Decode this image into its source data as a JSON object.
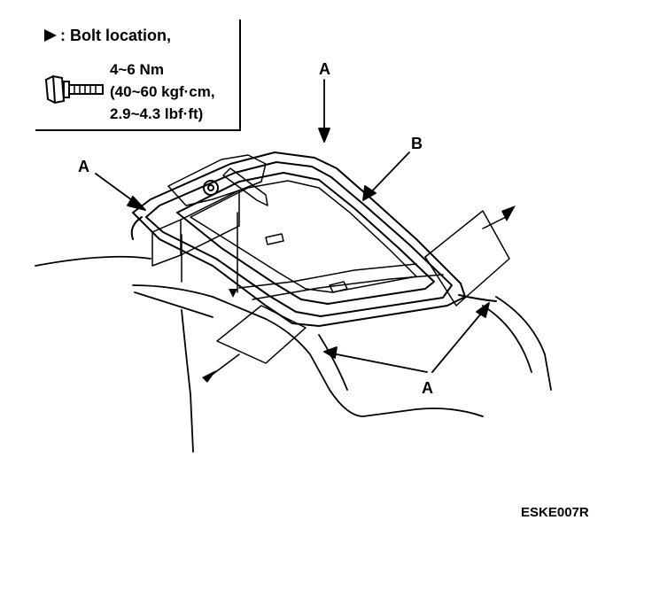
{
  "legend": {
    "title": ": Bolt location,",
    "torque_line1": "4~6 Nm",
    "torque_line2": "(40~60 kgf·cm,",
    "torque_line3": "2.9~4.3 lbf·ft)"
  },
  "callouts": {
    "a_top": "A",
    "a_left": "A",
    "b": "B",
    "a_bottom": "A"
  },
  "figure_code": "ESKE007R",
  "icons": [
    "bolt-icon",
    "triangle-marker-icon"
  ]
}
